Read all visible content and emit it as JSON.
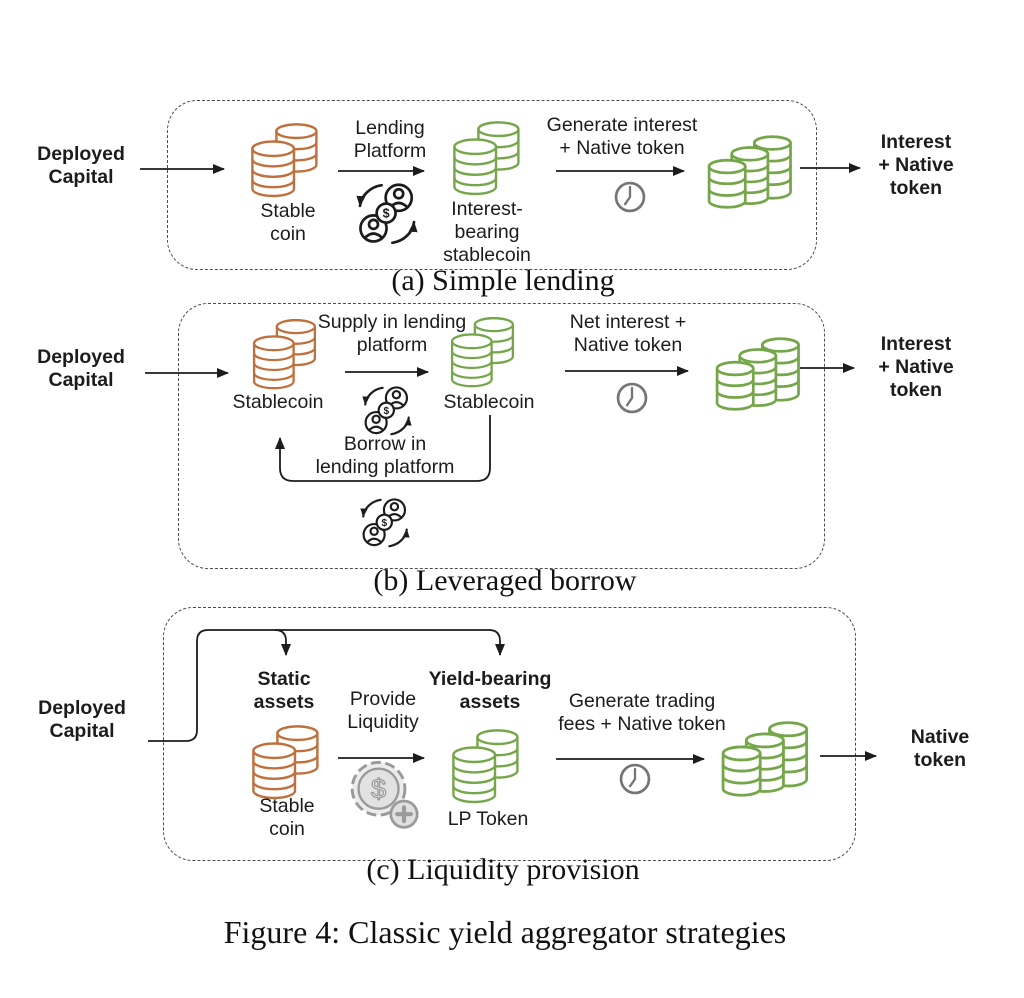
{
  "figure_caption": "Figure 4: Classic yield aggregator strategies",
  "colors": {
    "stablecoin_orange": "#c0703c",
    "yield_green": "#76a64a",
    "icon_gray": "#9a9a9a",
    "clock_gray": "#757575",
    "line_black": "#1c1c1c"
  },
  "icons": {
    "exchange": "people-dollar-exchange",
    "clock": "clock",
    "liquidity_coin": "dollar-coin-plus",
    "source_stack": "double-coin-stack",
    "profit_stack": "triple-coin-stack"
  },
  "panels": [
    {
      "caption": "(a) Simple lending",
      "input_label": "Deployed\nCapital",
      "source_stack_label": "Stable\ncoin",
      "step1_label": "Lending\nPlatform",
      "result_stack_label": "Interest-\nbearing\nstablecoin",
      "step2_label": "Generate interest\n+ Native token",
      "output_label": "Interest\n+ Native\ntoken"
    },
    {
      "caption": "(b) Leveraged borrow",
      "input_label": "Deployed\nCapital",
      "source_stack_label": "Stablecoin",
      "step1_label": "Supply in lending\nplatform",
      "result_stack_label": "Stablecoin",
      "loop_label": "Borrow in\nlending platform",
      "step2_label": "Net interest +\nNative token",
      "output_label": "Interest\n+ Native\ntoken"
    },
    {
      "caption": "(c) Liquidity provision",
      "input_label": "Deployed\nCapital",
      "branch_left_label": "Static\nassets",
      "source_stack_label": "Stable\ncoin",
      "step1_label": "Provide\nLiquidity",
      "branch_right_label": "Yield-bearing\nassets",
      "result_stack_label": "LP Token",
      "step2_label": "Generate trading\nfees + Native token",
      "output_label": "Native\ntoken"
    }
  ]
}
